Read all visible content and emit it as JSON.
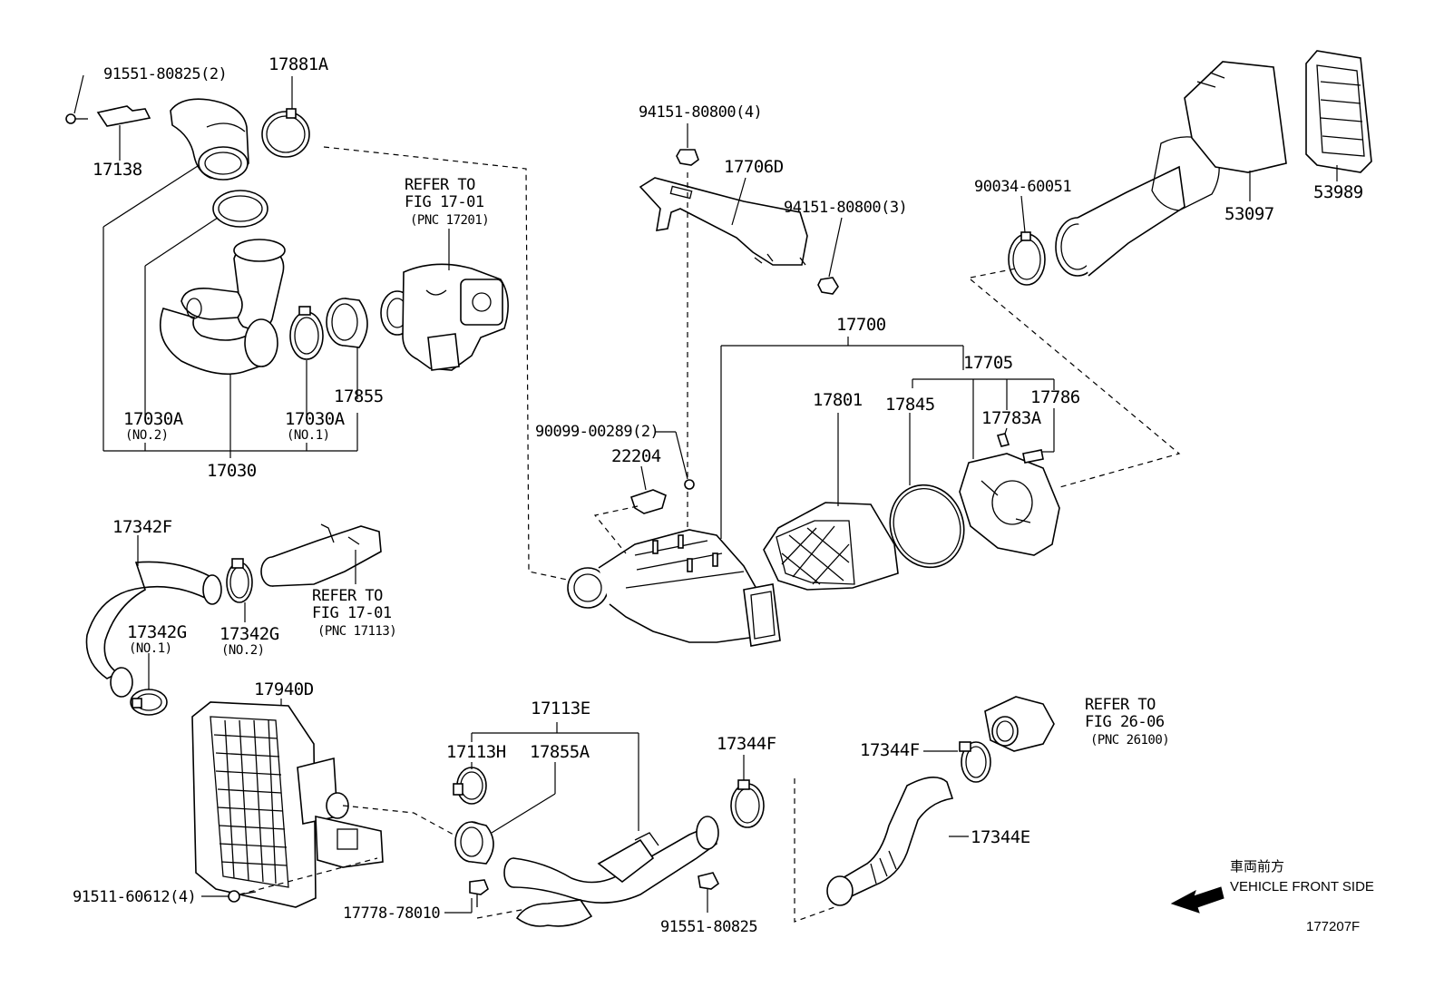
{
  "labels": {
    "p91551_80825_2": "91551-80825(2)",
    "p17881A": "17881A",
    "p17138": "17138",
    "p17030A_a": "17030A",
    "p17030A_a_sub": "(NO.2)",
    "p17030A_b": "17030A",
    "p17030A_b_sub": "(NO.1)",
    "p17855": "17855",
    "p17030": "17030",
    "ref1_l1": "REFER TO",
    "ref1_l2": "FIG 17-01",
    "ref1_l3": "(PNC 17201)",
    "p94151_80800_4": "94151-80800(4)",
    "p17706D": "17706D",
    "p94151_80800_3": "94151-80800(3)",
    "p90034_60051": "90034-60051",
    "p53097": "53097",
    "p53989": "53989",
    "p17700": "17700",
    "p17705": "17705",
    "p17801": "17801",
    "p17845": "17845",
    "p17783A": "17783A",
    "p17786": "17786",
    "p90099_00289_2": "90099-00289(2)",
    "p22204": "22204",
    "p17342F": "17342F",
    "p17342G_a": "17342G",
    "p17342G_a_sub": "(NO.1)",
    "p17342G_b": "17342G",
    "p17342G_b_sub": "(NO.2)",
    "ref2_l1": "REFER TO",
    "ref2_l2": "FIG 17-01",
    "ref2_l3": "(PNC 17113)",
    "p17940D": "17940D",
    "p17113E": "17113E",
    "p17113H": "17113H",
    "p17855A": "17855A",
    "p17344F_a": "17344F",
    "p17344F_b": "17344F",
    "p17344E": "17344E",
    "ref3_l1": "REFER TO",
    "ref3_l2": "FIG 26-06",
    "ref3_l3": "(PNC 26100)",
    "p91511_60612_4": "91511-60612(4)",
    "p17778_78010": "17778-78010",
    "p91551_80825": "91551-80825",
    "front_jp": "車両前方",
    "front_en": "VEHICLE FRONT SIDE",
    "fig_code": "177207F"
  }
}
